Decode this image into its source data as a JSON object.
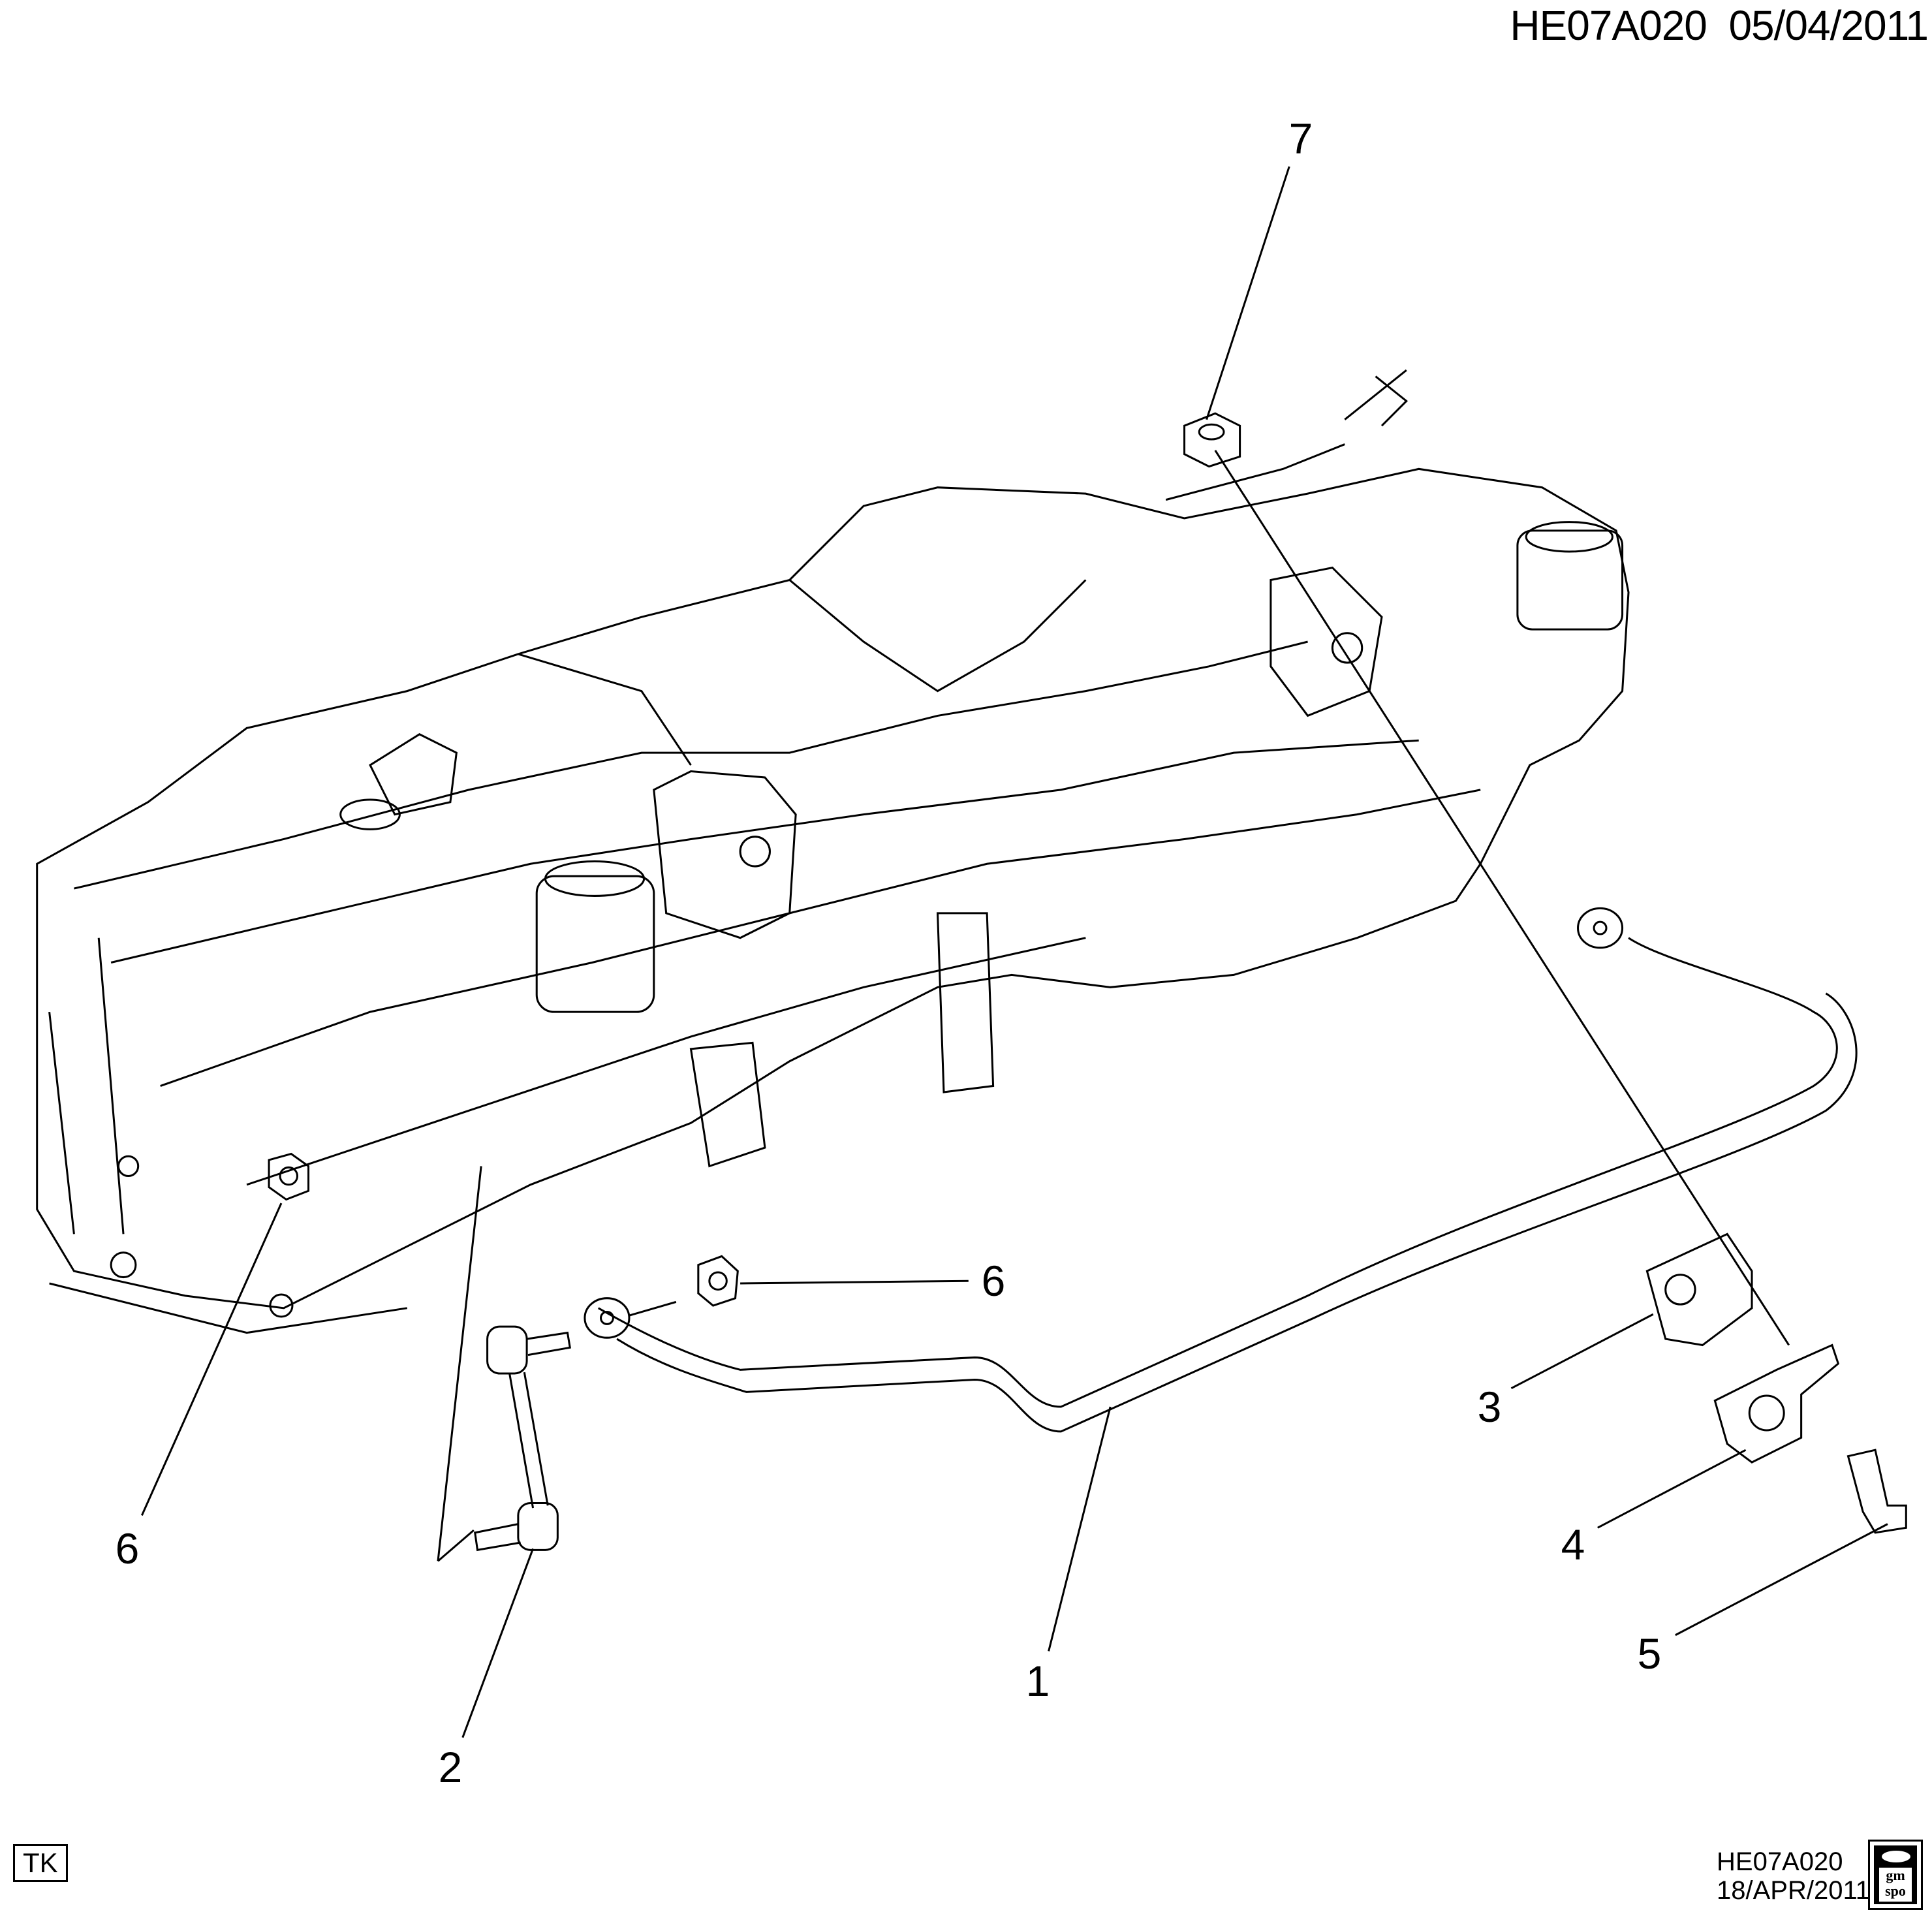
{
  "header": {
    "diagram_id": "HE07A020",
    "date": "05/04/2011"
  },
  "footer": {
    "diagram_id": "HE07A020",
    "date": "18/APR/2011",
    "tag": "TK",
    "logo_text": "gm spo"
  },
  "callouts": [
    {
      "number": "1",
      "part": "stabilizer-bar"
    },
    {
      "number": "2",
      "part": "stabilizer-link"
    },
    {
      "number": "3",
      "part": "bar-insulator"
    },
    {
      "number": "4",
      "part": "bar-clamp"
    },
    {
      "number": "5",
      "part": "bolt"
    },
    {
      "number": "6",
      "part": "nut"
    },
    {
      "number": "6",
      "part": "nut"
    },
    {
      "number": "7",
      "part": "nut"
    }
  ]
}
